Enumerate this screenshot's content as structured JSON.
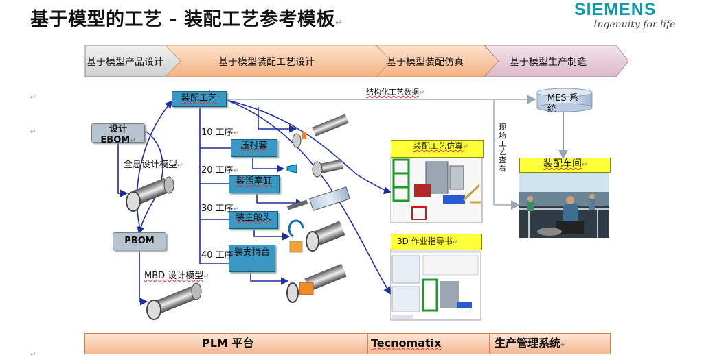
{
  "title": "基于模型的工艺 - 装配工艺参考模板",
  "brand": {
    "logo": "SIEMENS",
    "tagline": "Ingenuity for life",
    "color": "#0f9aa6"
  },
  "process_bar": [
    "基于模型产品设计",
    "基于模型装配工艺设计",
    "基于模型装配仿真",
    "基于模型生产制造"
  ],
  "nodes": {
    "ebom": "设计 EBOM",
    "pbom": "PBOM",
    "assembly_process": "装配工艺",
    "mes": "MES 系统",
    "workshop": "装配车间"
  },
  "labels": {
    "holographic_model": "全息设计模型",
    "mbd_model": "MBD 设计模型",
    "structured_data": "结构化工艺数据",
    "onsite_view": "现场工艺查看"
  },
  "operations": [
    {
      "step": "10 工序",
      "task": "压衬套"
    },
    {
      "step": "20 工序",
      "task": "装活塞缸"
    },
    {
      "step": "30 工序",
      "task": "装主触头"
    },
    {
      "step": "40 工序",
      "task": "装支持台"
    }
  ],
  "outputs": {
    "simulation": "装配工艺仿真",
    "work_instructions": "3D 作业指导书"
  },
  "platform": [
    "PLM 平台",
    "Tecnomatix",
    "生产管理系统"
  ],
  "colors": {
    "chevron_first": "#d9d9d9",
    "chevron_rest": "#f7c39f",
    "node_blue": "#3b98c3",
    "arrow_blue": "#1f2d96",
    "highlight": "#ffff3a"
  }
}
